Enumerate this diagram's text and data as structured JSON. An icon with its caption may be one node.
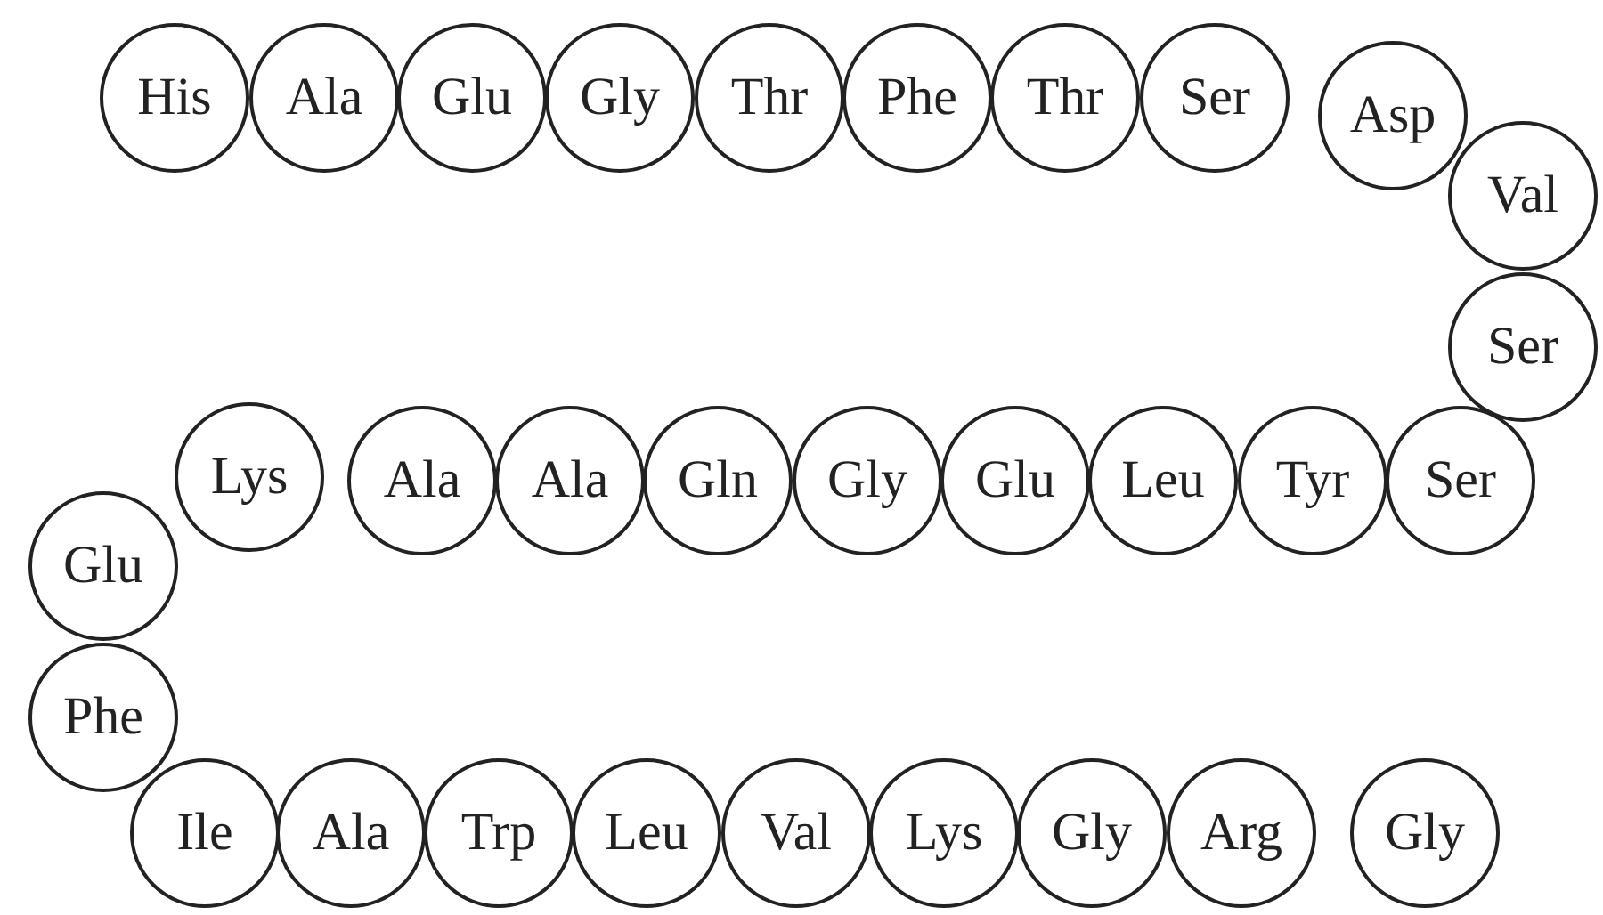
{
  "diagram": {
    "nodes": [
      {
        "text": [
          "His"
        ]
      },
      {
        "text": [
          "Ala"
        ]
      },
      {
        "text": [
          "Glu"
        ]
      },
      {
        "text": [
          "Gly"
        ]
      },
      {
        "text": [
          "Thr"
        ]
      },
      {
        "text": [
          "Phe"
        ]
      },
      {
        "text": [
          "Thr"
        ]
      },
      {
        "text": [
          "Ser"
        ]
      },
      {
        "text": [
          "Asp"
        ]
      },
      {
        "text": [
          "Val"
        ]
      },
      {
        "text": [
          "Ser"
        ]
      },
      {
        "text": [
          "Ser"
        ]
      },
      {
        "text": [
          "Tyr"
        ]
      },
      {
        "text": [
          "Leu"
        ]
      },
      {
        "text": [
          "Glu"
        ]
      },
      {
        "text": [
          "Gly"
        ]
      },
      {
        "text": [
          "Gln"
        ]
      },
      {
        "text": [
          "Ala"
        ]
      },
      {
        "text": [
          "Ala"
        ]
      },
      {
        "text": [
          "Lys"
        ]
      },
      {
        "text": [
          "Glu"
        ]
      },
      {
        "text": [
          "Phe"
        ]
      },
      {
        "text": [
          "Ile"
        ]
      },
      {
        "text": [
          "Ala"
        ]
      },
      {
        "text": [
          "Trp"
        ]
      },
      {
        "text": [
          "Leu"
        ]
      },
      {
        "text": [
          "Val"
        ]
      },
      {
        "text": [
          "Lys"
        ]
      },
      {
        "text": [
          "Gly"
        ]
      },
      {
        "text": [
          "Arg"
        ]
      },
      {
        "text": [
          "Gly"
        ]
      }
    ]
  }
}
